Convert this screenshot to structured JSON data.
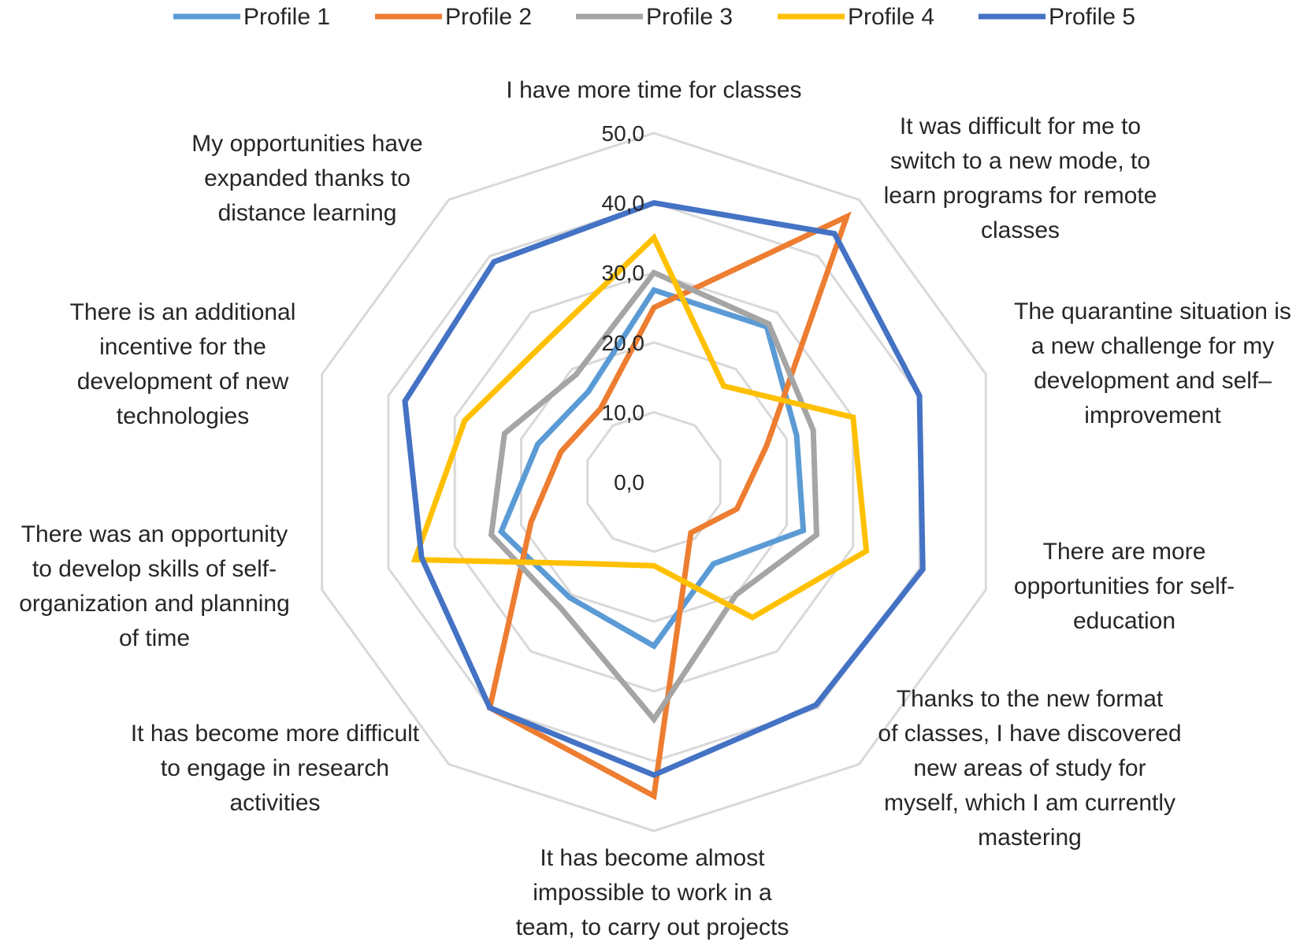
{
  "chart_data": {
    "type": "radar",
    "title": "",
    "categories": [
      "I have more time for classes",
      "It was difficult for me to switch to a new mode, to learn programs for remote classes",
      "The quarantine situation is a new challenge for my development and self–improvement",
      "There are more opportunities for self-education",
      "Thanks to the new format of classes, I have discovered new areas of study for myself, which I am currently mastering",
      "It has become almost impossible to work in a team, to carry out projects",
      "It has become more difficult to engage in research activities",
      "There was an opportunity to develop skills of self-organization and planning of time",
      "There is an additional incentive for the development of new technologies",
      "My opportunities have expanded thanks to distance learning"
    ],
    "category_label_lines": [
      [
        "I have more time for classes"
      ],
      [
        "It was difficult for me to",
        "switch to a new mode, to",
        "learn programs for remote",
        "classes"
      ],
      [
        "The quarantine situation is",
        "a new challenge for my",
        "development and self–",
        "improvement"
      ],
      [
        "There are more",
        "opportunities for self-",
        "education"
      ],
      [
        "Thanks to the new format",
        "of classes, I have discovered",
        "new areas of study for",
        "myself, which I am currently",
        "mastering"
      ],
      [
        "It has become almost",
        "impossible to work in a",
        "team, to carry out projects"
      ],
      [
        "It has become more difficult",
        "to engage in research",
        "activities"
      ],
      [
        "There was an opportunity",
        "to develop skills of self-",
        "organization and planning",
        "of time"
      ],
      [
        "There is an additional",
        "incentive for the",
        "development of new",
        "technologies"
      ],
      [
        "My opportunities have",
        "expanded thanks to",
        "distance learning"
      ]
    ],
    "rlim": [
      0,
      50
    ],
    "ticks": [
      "0,0",
      "10,0",
      "20,0",
      "30,0",
      "40,0",
      "50,0"
    ],
    "tick_values": [
      0,
      10,
      20,
      30,
      40,
      50
    ],
    "grid": true,
    "legend_position": "top",
    "series": [
      {
        "name": "Profile 1",
        "color": "#5b9bd5",
        "values": [
          27.5,
          27.5,
          21.5,
          22.5,
          14.5,
          23.5,
          20.5,
          23.0,
          17.5,
          16.0
        ]
      },
      {
        "name": "Profile 2",
        "color": "#ed7d31",
        "values": [
          25.0,
          47.0,
          17.0,
          12.5,
          9.0,
          45.0,
          40.0,
          18.5,
          14.0,
          13.0
        ]
      },
      {
        "name": "Profile 3",
        "color": "#a5a5a5",
        "values": [
          30.0,
          28.0,
          24.0,
          24.5,
          20.0,
          34.0,
          22.5,
          24.5,
          22.5,
          19.0
        ]
      },
      {
        "name": "Profile 4",
        "color": "#ffc000",
        "values": [
          35.0,
          17.0,
          30.0,
          32.0,
          24.0,
          12.0,
          14.5,
          36.0,
          28.5,
          25.5
        ]
      },
      {
        "name": "Profile 5",
        "color": "#4472c4",
        "values": [
          40.0,
          44.0,
          40.0,
          40.5,
          39.5,
          42.0,
          40.0,
          35.0,
          37.5,
          39.0
        ]
      }
    ]
  }
}
